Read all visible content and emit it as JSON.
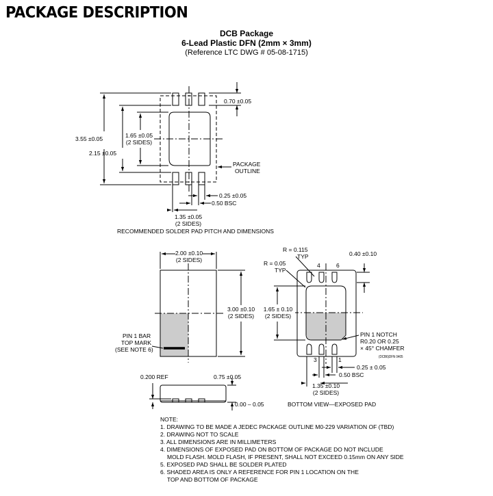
{
  "heading": "PACKAGE DESCRIPTION",
  "title": "DCB Package",
  "subtitle": "6-Lead Plastic DFN (2mm × 3mm)",
  "reference": "(Reference LTC DWG # 05-08-1715)",
  "top_view": {
    "dim_070": "0.70 ±0.05",
    "dim_355": "3.55 ±0.05",
    "dim_165": [
      "1.65 ±0.05",
      "(2 SIDES)"
    ],
    "dim_215": "2.15 ±0.05",
    "package_outline": [
      "PACKAGE",
      "OUTLINE"
    ],
    "dim_025": "0.25 ±0.05",
    "dim_050": "0.50 BSC",
    "dim_135": [
      "1.35 ±0.05",
      "(2 SIDES)"
    ],
    "caption": "RECOMMENDED SOLDER PAD PITCH AND DIMENSIONS"
  },
  "left_view": {
    "dim_200": [
      "2.00 ±0.10",
      "(2 SIDES)"
    ],
    "dim_300": [
      "3.00 ±0.10",
      "(2 SIDES)"
    ],
    "pin1_bar": [
      "PIN 1 BAR",
      "TOP MARK",
      "(SEE NOTE 6)"
    ]
  },
  "bottom_view": {
    "r0115": [
      "R = 0.115",
      "TYP"
    ],
    "r005": [
      "R = 0.05",
      "TYP"
    ],
    "dim_040": "0.40 ±0.10",
    "pin_4": "4",
    "pin_6": "6",
    "pin_3": "3",
    "pin_1": "1",
    "dim_165": [
      "1.65 ± 0.10",
      "(2 SIDES)"
    ],
    "pin1_notch": [
      "PIN 1 NOTCH",
      "R0.20 OR 0.25",
      "× 45° CHAMFER"
    ],
    "dim_025": "0.25 ± 0.05",
    "dim_050": "0.50 BSC",
    "dim_135": [
      "1.35 ±0.10",
      "(2 SIDES)"
    ],
    "dwg_code": "(DCB6)DFN 0405",
    "caption": "BOTTOM VIEW—EXPOSED PAD"
  },
  "side_view": {
    "dim_0200": "0.200 REF",
    "dim_075": "0.75 ±0.05",
    "dim_000": "0.00 – 0.05"
  },
  "notes": [
    "NOTE:",
    "1. DRAWING TO BE MADE A JEDEC PACKAGE OUTLINE M0-229 VARIATION OF (TBD)",
    "2. DRAWING NOT TO SCALE",
    "3. ALL DIMENSIONS ARE IN MILLIMETERS",
    "4. DIMENSIONS OF EXPOSED PAD ON BOTTOM OF PACKAGE DO NOT INCLUDE",
    "MOLD FLASH. MOLD FLASH, IF PRESENT, SHALL NOT EXCEED 0.15mm ON ANY SIDE",
    "5. EXPOSED PAD SHALL BE SOLDER PLATED",
    "6. SHADED AREA IS ONLY A REFERENCE FOR PIN 1 LOCATION ON THE",
    "TOP AND BOTTOM OF PACKAGE"
  ],
  "colors": {
    "line": "#000000",
    "shade": "#cccccc",
    "paper": "#ffffff"
  }
}
